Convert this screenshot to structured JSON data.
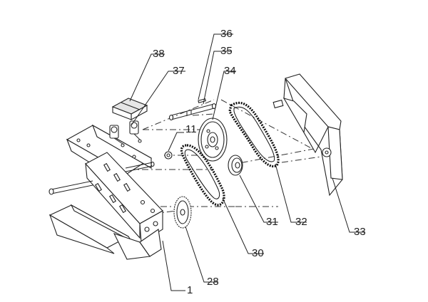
{
  "diagram": {
    "callouts": [
      {
        "id": "c36",
        "text": "36"
      },
      {
        "id": "c35",
        "text": "35"
      },
      {
        "id": "c34",
        "text": "34"
      },
      {
        "id": "c38",
        "text": "38"
      },
      {
        "id": "c37",
        "text": "37"
      },
      {
        "id": "c11",
        "text": "11"
      },
      {
        "id": "c31",
        "text": "31"
      },
      {
        "id": "c32",
        "text": "32"
      },
      {
        "id": "c33",
        "text": "33"
      },
      {
        "id": "c30",
        "text": "30"
      },
      {
        "id": "c28",
        "text": "28"
      },
      {
        "id": "c1",
        "text": "1"
      }
    ]
  }
}
